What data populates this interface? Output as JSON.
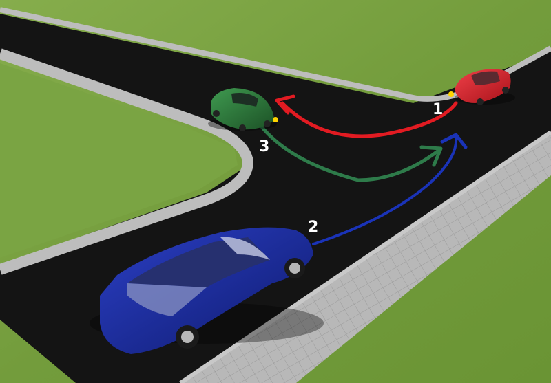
{
  "scene": {
    "colors": {
      "grass": "#7ea544",
      "grass_dark": "#5f8a2e",
      "asphalt": "#141414",
      "curb": "#b9b9b9",
      "sidewalk": "#b5b5b5",
      "car_red": "#d9202a",
      "car_green": "#2f7a3c",
      "car_blue": "#1b2c9e",
      "arrow_red": "#e21b22",
      "arrow_green": "#2e7b4a",
      "arrow_blue": "#1a33b8",
      "signal": "#ffd400"
    },
    "labels": {
      "car1": "1",
      "car2": "2",
      "car3": "3"
    }
  }
}
